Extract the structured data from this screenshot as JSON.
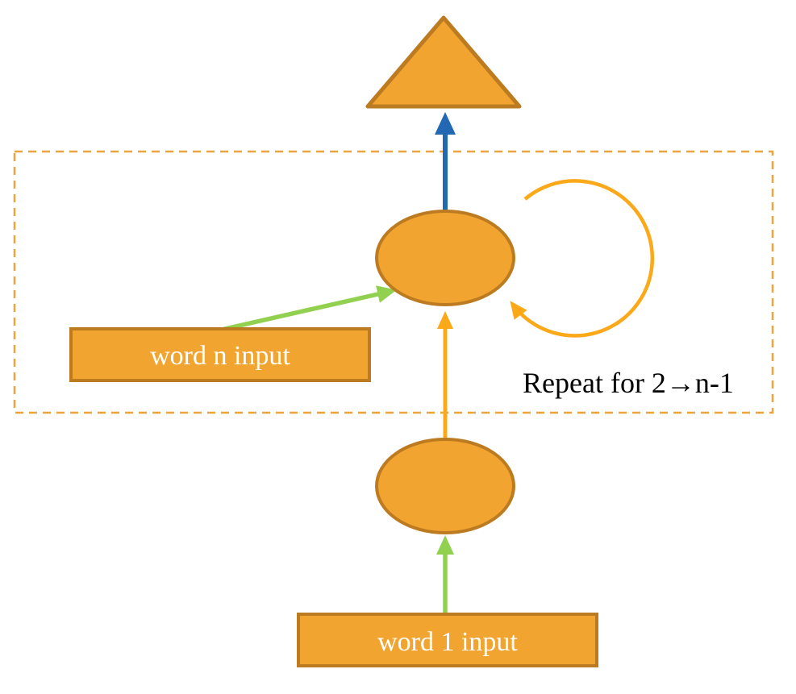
{
  "diagram": {
    "type": "rnn-unrolled-schematic",
    "labels": {
      "word_n_input": "word n input",
      "word_1_input": "word 1 input",
      "repeat_note": "Repeat for 2→n-1"
    },
    "colors": {
      "shape_fill": "#F2A431",
      "shape_stroke": "#BD7B21",
      "arrow_orange": "#FBA819",
      "arrow_green": "#92D050",
      "arrow_blue": "#2268B2",
      "dashed_border": "#ECA43F",
      "box_label_text": "#FFFFFF",
      "note_text": "#000000"
    }
  }
}
